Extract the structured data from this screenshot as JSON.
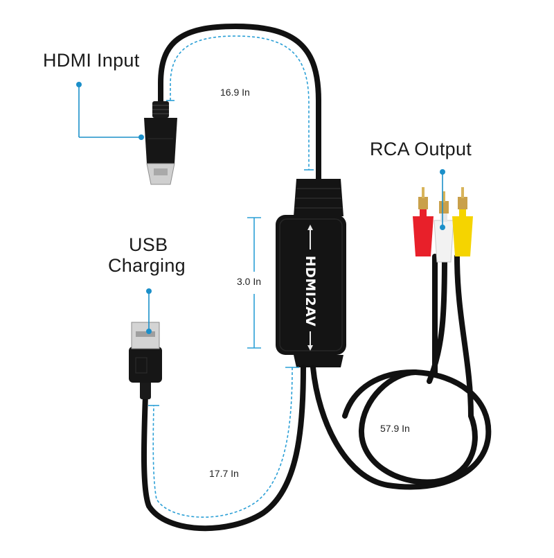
{
  "callouts": {
    "hdmi_input": "HDMI Input",
    "usb_line1": "USB",
    "usb_line2": "Charging",
    "rca_output": "RCA Output"
  },
  "measurements": {
    "hdmi_cable": "16.9 In",
    "converter_box": "3.0 In",
    "usb_cable": "17.7 In",
    "rca_cable": "57.9 In"
  },
  "device": {
    "label": "HDMI2AV"
  },
  "colors": {
    "cable": "#111111",
    "dimension_line": "#2a9fd6",
    "callout_line": "#1b8fc9",
    "rca_red": "#e8202a",
    "rca_white": "#f2f2f2",
    "rca_yellow": "#f5d400",
    "gold_tip": "#c9a04a"
  }
}
